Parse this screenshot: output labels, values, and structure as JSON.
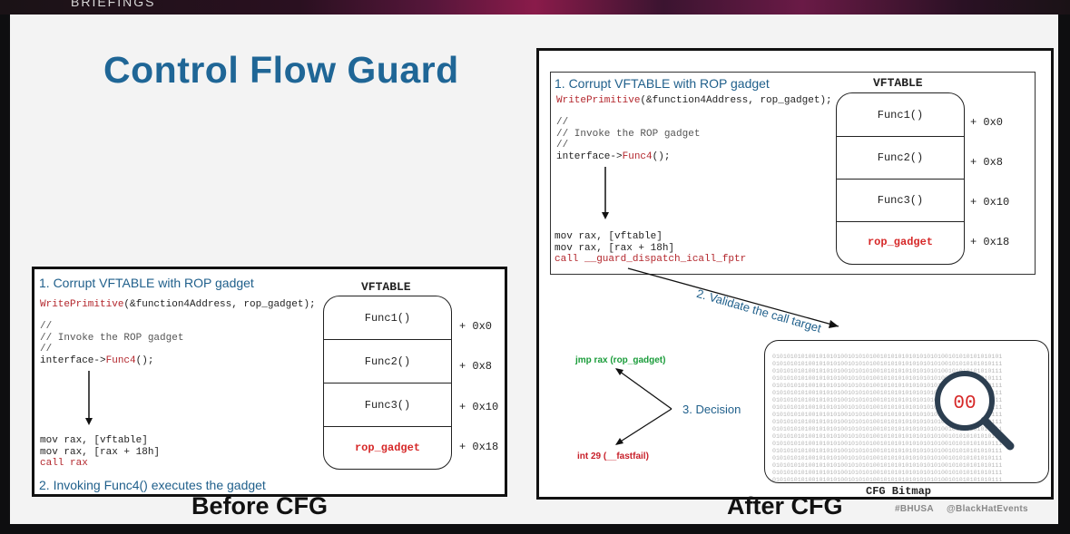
{
  "header": {
    "brand": "BRIEFINGS"
  },
  "slide": {
    "title": "Control Flow Guard",
    "before": {
      "step1": "1. Corrupt VFTABLE with ROP gadget",
      "write_fn": "WritePrimitive",
      "write_args": "(&function4Address, rop_gadget);",
      "comment1": "//",
      "comment2": "// Invoke the ROP gadget",
      "comment3": "//",
      "call_obj": "interface->",
      "call_fn": "Func4",
      "call_end": "();",
      "asm1": "mov rax, [vftable]",
      "asm2": "mov rax, [rax + 18h]",
      "asm3": "call rax",
      "step2": "2. Invoking Func4() executes the gadget",
      "caption": "Before CFG"
    },
    "after": {
      "step1": "1. Corrupt VFTABLE with ROP gadget",
      "write_fn": "WritePrimitive",
      "write_args": "(&function4Address, rop_gadget);",
      "comment1": "//",
      "comment2": "// Invoke the ROP gadget",
      "comment3": "//",
      "call_obj": "interface->",
      "call_fn": "Func4",
      "call_end": "();",
      "asm1": "mov rax, [vftable]",
      "asm2": "mov rax, [rax + 18h]",
      "asm3": "call __guard_dispatch_icall_fptr",
      "step2": "2. Validate the call target",
      "step3": "3. Decision",
      "branch_ok": "jmp rax (rop_gadget)",
      "branch_fail": "int 29 (__fastfail)",
      "bitmap_label": "CFG Bitmap",
      "magnifier_text": "00",
      "caption": "After CFG"
    },
    "vftable": {
      "title": "VFTABLE",
      "entries": [
        {
          "name": "Func1()",
          "offset": "+ 0x0"
        },
        {
          "name": "Func2()",
          "offset": "+ 0x8"
        },
        {
          "name": "Func3()",
          "offset": "+ 0x10"
        },
        {
          "name": "rop_gadget",
          "offset": "+ 0x18"
        }
      ]
    },
    "footer": {
      "hashtag": "#BHUSA",
      "handle": "@BlackHatEvents"
    }
  },
  "colors": {
    "title": "#1f6696",
    "step_text": "#1f5f8b",
    "danger": "#d62828",
    "ok": "#1a9c3a"
  }
}
